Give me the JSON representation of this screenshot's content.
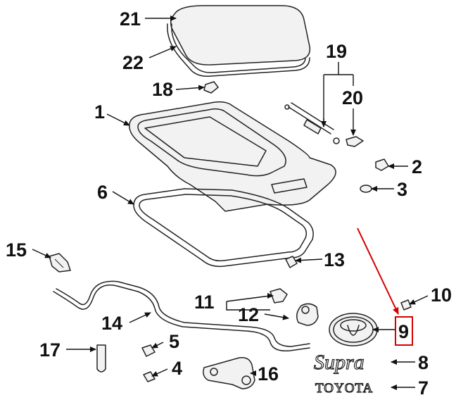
{
  "diagram": {
    "highlight_color": "#d40000",
    "callouts": [
      {
        "id": "21",
        "label": "21"
      },
      {
        "id": "22",
        "label": "22"
      },
      {
        "id": "18",
        "label": "18"
      },
      {
        "id": "19",
        "label": "19"
      },
      {
        "id": "20",
        "label": "20"
      },
      {
        "id": "1",
        "label": "1"
      },
      {
        "id": "2",
        "label": "2"
      },
      {
        "id": "3",
        "label": "3"
      },
      {
        "id": "6",
        "label": "6"
      },
      {
        "id": "15",
        "label": "15"
      },
      {
        "id": "13",
        "label": "13"
      },
      {
        "id": "10",
        "label": "10"
      },
      {
        "id": "11",
        "label": "11"
      },
      {
        "id": "12",
        "label": "12"
      },
      {
        "id": "14",
        "label": "14"
      },
      {
        "id": "9",
        "label": "9"
      },
      {
        "id": "5",
        "label": "5"
      },
      {
        "id": "17",
        "label": "17"
      },
      {
        "id": "8",
        "label": "8"
      },
      {
        "id": "4",
        "label": "4"
      },
      {
        "id": "16",
        "label": "16"
      },
      {
        "id": "7",
        "label": "7"
      }
    ],
    "lettering": {
      "model_script": "Supra",
      "brand_word": "TOYOTA"
    }
  }
}
